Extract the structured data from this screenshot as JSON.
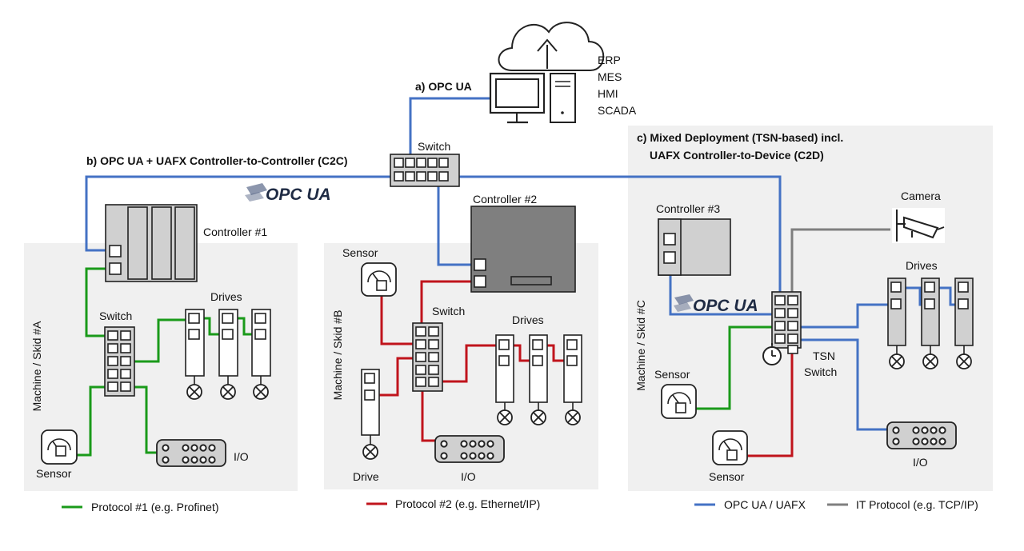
{
  "top": {
    "systems": [
      "ERP",
      "MES",
      "HMI",
      "SCADA"
    ],
    "label_a": "a) OPC UA",
    "label_b": "b) OPC UA + UAFX Controller-to-Controller (C2C)",
    "label_c1": "c) Mixed Deployment (TSN-based) incl.",
    "label_c2": "UAFX Controller-to-Device (C2D)",
    "top_switch": "Switch",
    "opc_logo": "OPC UA"
  },
  "skid_a": {
    "zone_label": "Machine / Skid #A",
    "controller": "Controller #1",
    "switch": "Switch",
    "drives": "Drives",
    "io": "I/O",
    "sensor": "Sensor"
  },
  "skid_b": {
    "zone_label": "Machine / Skid #B",
    "controller": "Controller #2",
    "sensor": "Sensor",
    "switch": "Switch",
    "drives": "Drives",
    "drive": "Drive",
    "io": "I/O"
  },
  "skid_c": {
    "zone_label": "Machine / Skid #C",
    "controller": "Controller #3",
    "camera": "Camera",
    "drives": "Drives",
    "tsn_switch_1": "TSN",
    "tsn_switch_2": "Switch",
    "sensor_1": "Sensor",
    "sensor_2": "Sensor",
    "io": "I/O",
    "opc_logo": "OPC UA"
  },
  "legend": {
    "protocol1": "Protocol #1 (e.g. Profinet)",
    "protocol2": "Protocol #2 (e.g. Ethernet/IP)",
    "opcua": "OPC UA / UAFX",
    "it": "IT Protocol (e.g. TCP/IP)"
  },
  "colors": {
    "protocol1": "#1a9a1a",
    "protocol2": "#c0141c",
    "opcua": "#4472c4",
    "it": "#7f7f7f"
  }
}
